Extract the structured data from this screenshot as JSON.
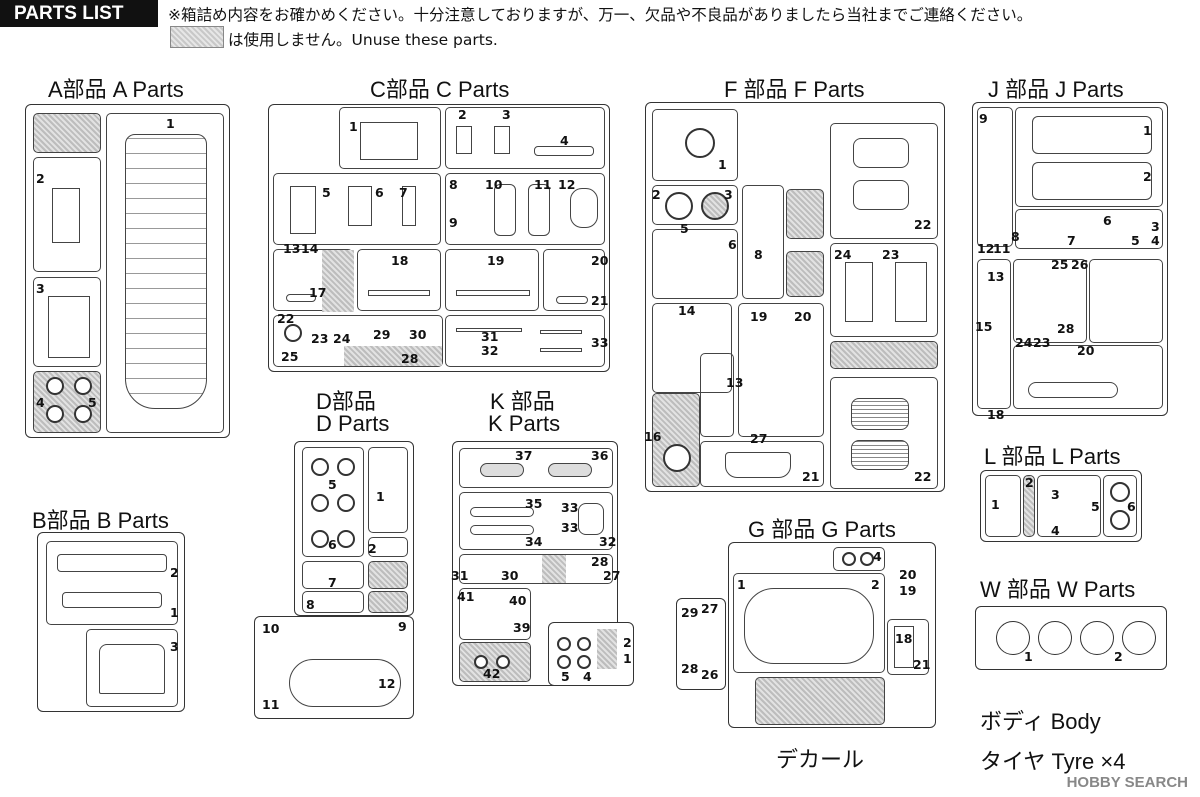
{
  "header": {
    "title": "PARTS LIST",
    "notice_line1": "※箱詰め内容をお確かめください。十分注意しておりますが、万一、欠品や不良品がありましたら当社までご連絡ください。",
    "notice_line2": "は使用しません。Unuse these parts."
  },
  "panels": {
    "A": {
      "title": "A部品  A Parts",
      "numbers": [
        "1",
        "2",
        "3",
        "4",
        "5"
      ]
    },
    "B": {
      "title": "B部品  B Parts",
      "numbers": [
        "1",
        "2",
        "3"
      ]
    },
    "C": {
      "title": "C部品  C Parts",
      "numbers": [
        "1",
        "2",
        "3",
        "4",
        "5",
        "6",
        "7",
        "8",
        "9",
        "10",
        "11",
        "12",
        "13",
        "14",
        "17",
        "18",
        "19",
        "20",
        "21",
        "22",
        "23",
        "24",
        "25",
        "28",
        "29",
        "30",
        "31",
        "32",
        "33"
      ]
    },
    "D": {
      "title1": "D部品",
      "title2": "D Parts",
      "numbers": [
        "1",
        "2",
        "5",
        "6",
        "7",
        "8",
        "9",
        "10",
        "11",
        "12"
      ]
    },
    "K": {
      "title1": "K 部品",
      "title2": "K Parts",
      "numbers": [
        "1",
        "2",
        "4",
        "5",
        "27",
        "28",
        "30",
        "31",
        "32",
        "33",
        "34",
        "35",
        "36",
        "37",
        "39",
        "40",
        "41",
        "42"
      ]
    },
    "F": {
      "title": "F 部品  F Parts",
      "numbers": [
        "1",
        "2",
        "3",
        "5",
        "6",
        "8",
        "13",
        "14",
        "16",
        "19",
        "20",
        "21",
        "22",
        "23",
        "24",
        "27"
      ]
    },
    "G": {
      "title": "G 部品  G Parts",
      "numbers": [
        "1",
        "2",
        "4",
        "18",
        "19",
        "20",
        "21",
        "26",
        "27",
        "28",
        "29"
      ]
    },
    "J": {
      "title": "J 部品  J Parts",
      "numbers": [
        "1",
        "2",
        "3",
        "4",
        "5",
        "6",
        "7",
        "8",
        "9",
        "11",
        "12",
        "13",
        "15",
        "18",
        "20",
        "23",
        "24",
        "25",
        "26",
        "28"
      ]
    },
    "L": {
      "title": "L 部品  L Parts",
      "numbers": [
        "1",
        "2",
        "3",
        "4",
        "5",
        "6"
      ]
    },
    "W": {
      "title": "W 部品  W Parts",
      "numbers": [
        "1",
        "2"
      ]
    }
  },
  "decal": "デカール",
  "body_label": "ボディ  Body",
  "tyre_label": "タイヤ  Tyre ×4",
  "watermark": "HOBBY SEARCH"
}
